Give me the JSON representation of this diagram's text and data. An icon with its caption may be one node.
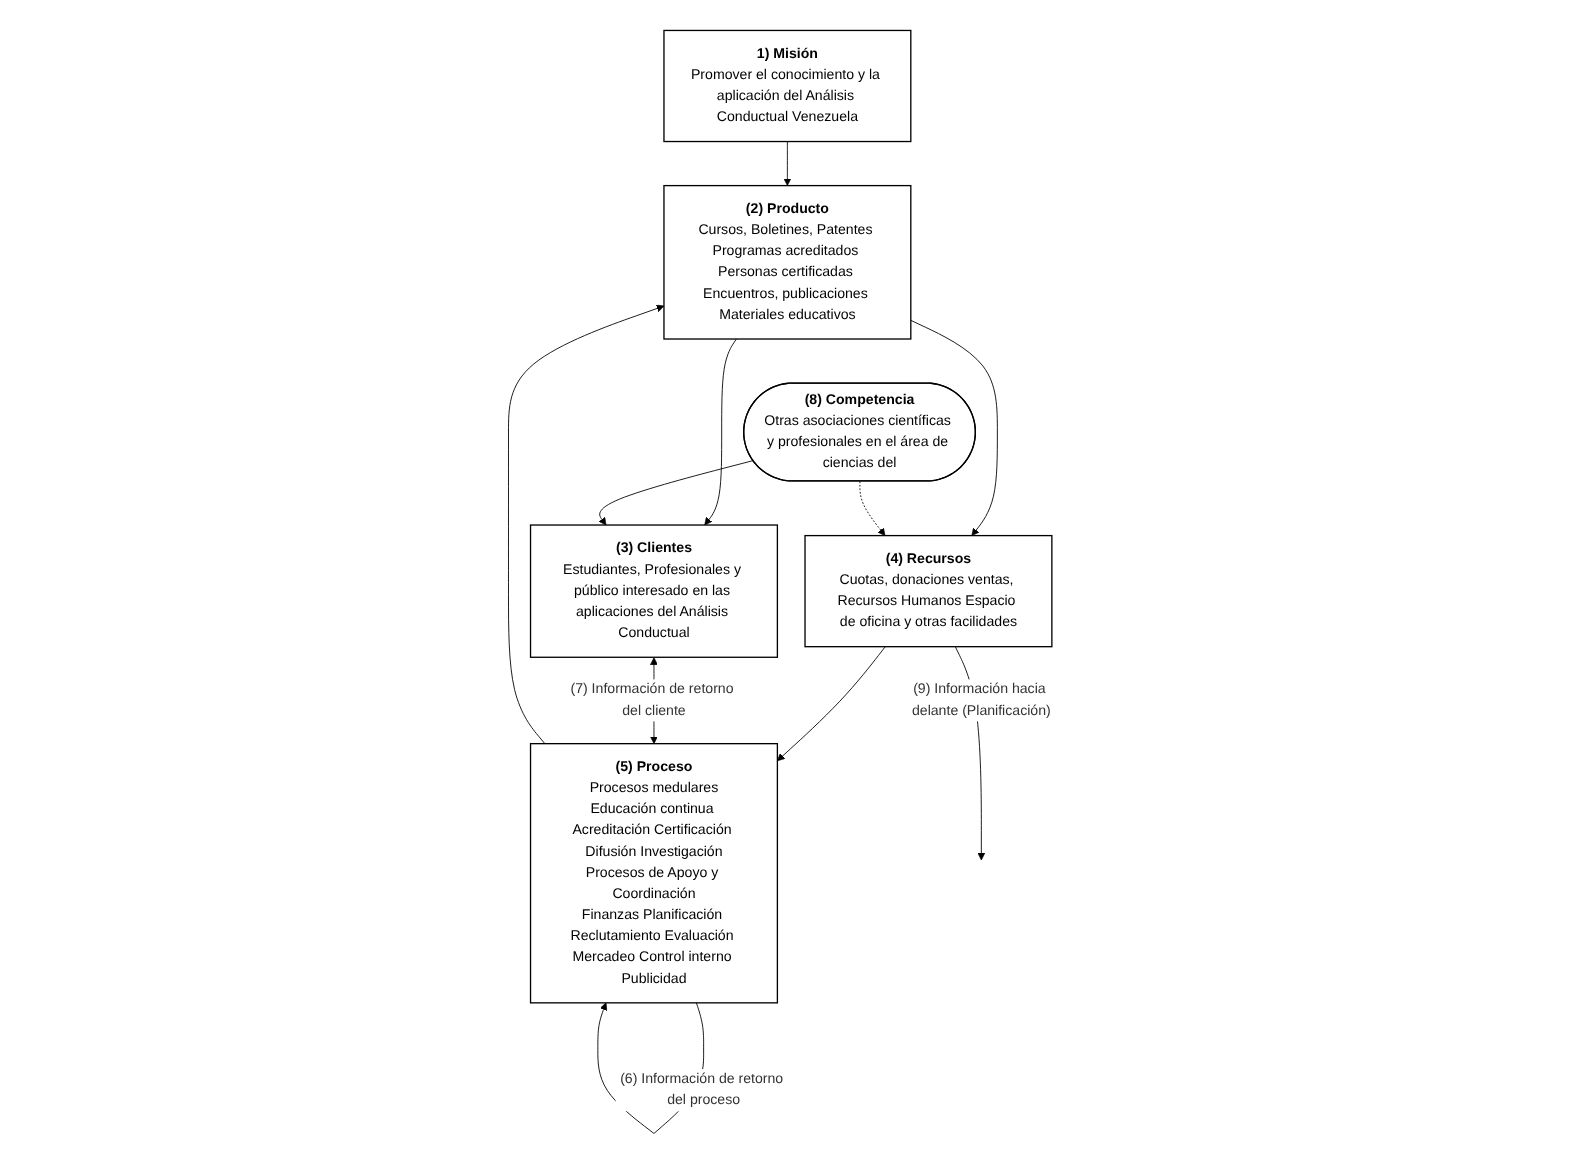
{
  "diagram": {
    "nodes": [
      {
        "text": [
          "1) Misión",
          "Promover el conocimiento y la aplicación del Análisis Conductual Venezuela"
        ]
      },
      {
        "text": [
          "(2) Producto",
          "Cursos, Boletines, Patentes Programas acreditados Personas certificadas Encuentros, publicaciones Materiales educativos"
        ]
      },
      {
        "text": [
          "(3) Clientes",
          "Estudiantes, Profesionales y público interesado en las aplicaciones del Análisis Conductual"
        ]
      },
      {
        "text": [
          "(4) Recursos",
          "Cuotas, donaciones ventas, Recursos Humanos Espacio de oficina y otras facilidades"
        ]
      },
      {
        "text": [
          "(5) Proceso",
          "Procesos medulares",
          "Educación continua Acreditación Certificación Difusión Investigación",
          "Procesos de Apoyo y Coordinación",
          "Finanzas Planificación Reclutamiento Evaluación Mercadeo Control interno Publicidad"
        ]
      },
      {
        "text": [
          "(8) Competencia",
          "Otras asociaciones científicas y profesionales en el área de ciencias del"
        ]
      }
    ],
    "edges": [
      {
        "from": 0,
        "to": 1,
        "arrow": "to"
      },
      {
        "from": 1,
        "to": 2,
        "arrow": "to"
      },
      {
        "from": 1,
        "to": 3,
        "arrow": "to"
      },
      {
        "from": 3,
        "to": 4,
        "arrow": "to"
      },
      {
        "from": 4,
        "to": 4,
        "arrow": "to",
        "label": "(6) Información de retorno del proceso"
      },
      {
        "from": 3,
        "to": null,
        "arrow": "to",
        "label": "(9) Información hacia delante (Planificación)"
      },
      {
        "from": 5,
        "to": 3,
        "arrow": "to",
        "style": "dashed"
      },
      {
        "from": 5,
        "to": 2,
        "arrow": "to"
      },
      {
        "from": 2,
        "to": 4,
        "arrow": "both",
        "label": "(7) Información de retorno del cliente"
      },
      {
        "from": 4,
        "to": 1,
        "arrow": "to"
      }
    ]
  }
}
